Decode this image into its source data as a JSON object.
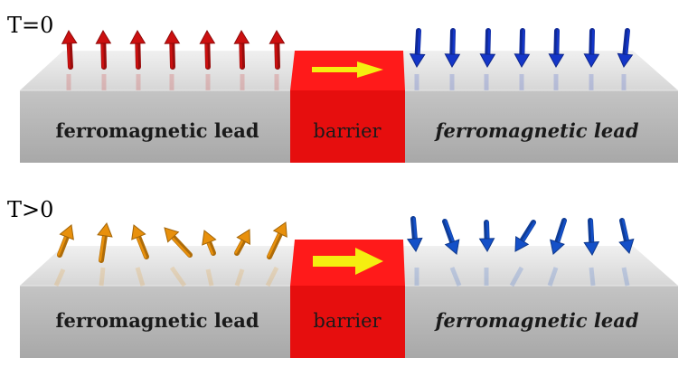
{
  "panels": [
    {
      "temperature_label": "T=0",
      "left_lead_label": "ferromagnetic lead",
      "barrier_label": "barrier",
      "right_lead_label": "ferromagnetic lead",
      "left_spin_color": "#cc1010",
      "right_spin_color": "#1436c8",
      "barrier_color": "#ee1111",
      "current_arrow_color": "#f5ee10"
    },
    {
      "temperature_label": "T>0",
      "left_lead_label": "ferromagnetic lead",
      "barrier_label": "barrier",
      "right_lead_label": "ferromagnetic lead",
      "left_spin_color": "#e8900c",
      "right_spin_color": "#1450c8",
      "barrier_color": "#ee1111",
      "current_arrow_color": "#f5ee10"
    }
  ]
}
